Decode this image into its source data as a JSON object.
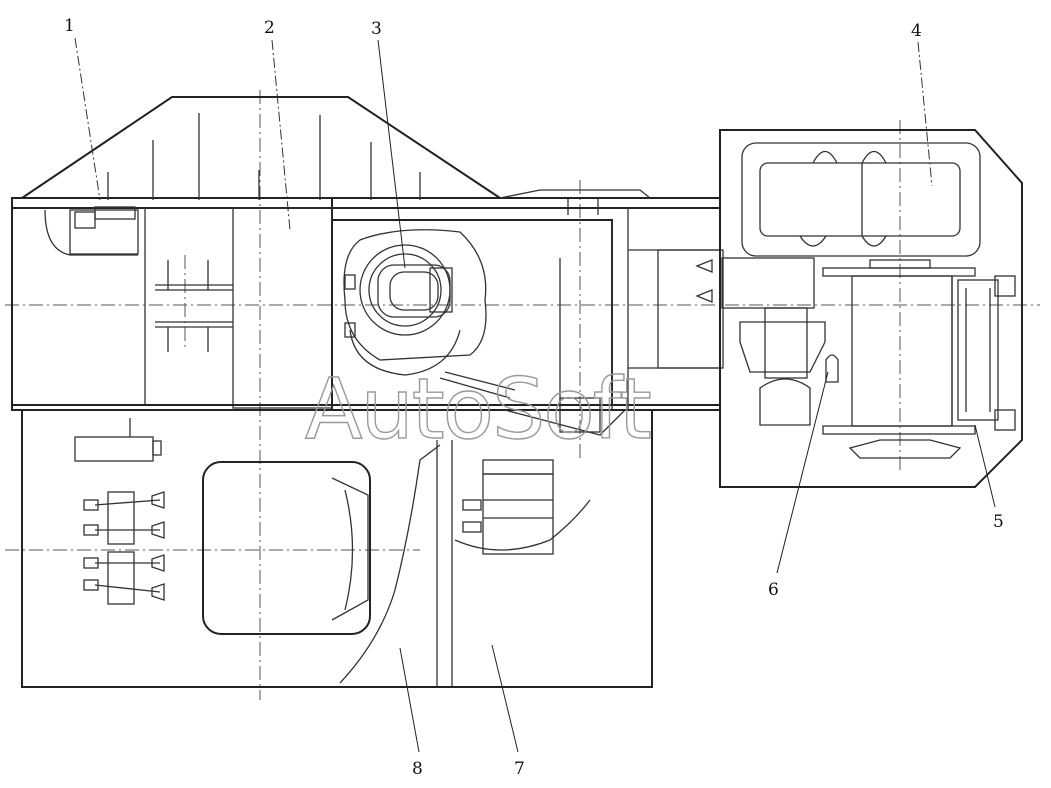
{
  "callouts": [
    "1",
    "2",
    "3",
    "4",
    "5",
    "6",
    "7",
    "8"
  ],
  "watermark": "AutoSoft"
}
